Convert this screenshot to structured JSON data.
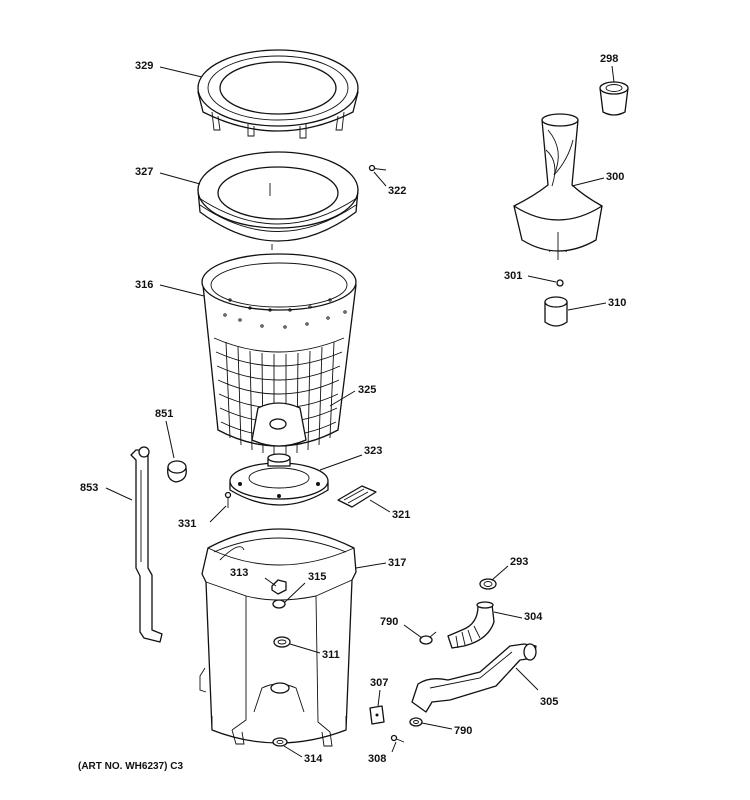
{
  "callouts": {
    "p329": "329",
    "p327": "327",
    "p322": "322",
    "p316": "316",
    "p325": "325",
    "p298": "298",
    "p300": "300",
    "p301": "301",
    "p310": "310",
    "p851": "851",
    "p853": "853",
    "p323": "323",
    "p321": "321",
    "p331": "331",
    "p317": "317",
    "p313": "313",
    "p315": "315",
    "p311": "311",
    "p293": "293",
    "p790a": "790",
    "p304": "304",
    "p305": "305",
    "p307": "307",
    "p790b": "790",
    "p308": "308",
    "p314": "314"
  },
  "caption": "(ART NO. WH6237) C3"
}
